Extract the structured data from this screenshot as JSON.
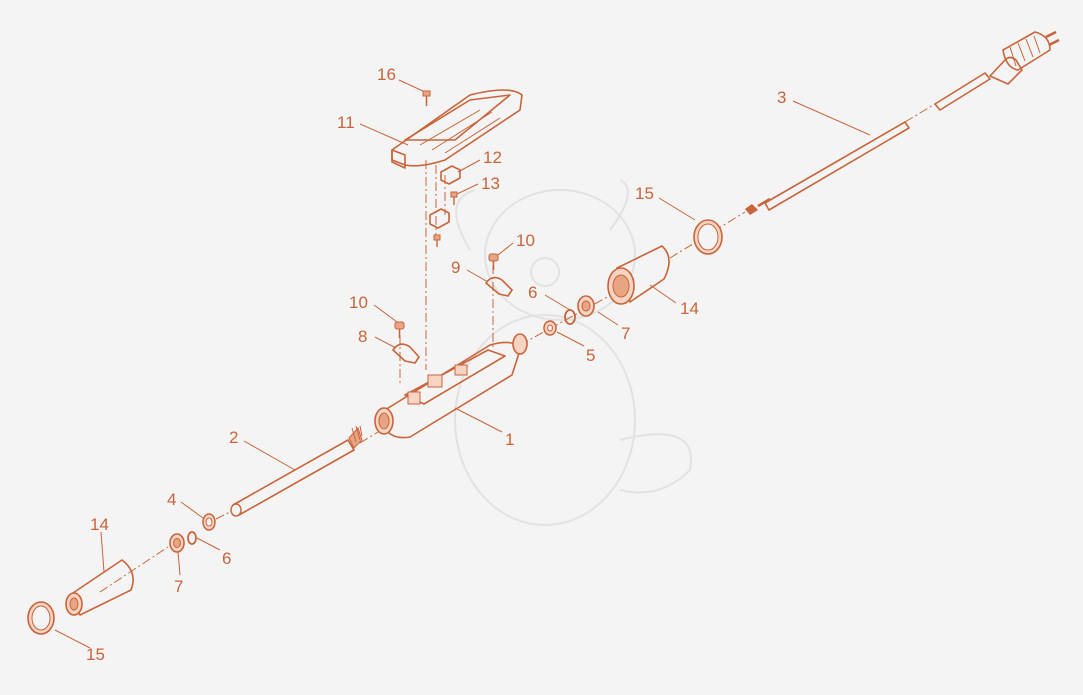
{
  "colors": {
    "background": "#f4f4f4",
    "line": "#c9643a",
    "fill": "#f6d3c2",
    "fill_dark": "#e8a584",
    "watermark": "#e2e2e2"
  },
  "labels": {
    "l16": "16",
    "l11": "11",
    "l12": "12",
    "l13": "13",
    "l10a": "10",
    "l9": "9",
    "l10b": "10",
    "l8": "8",
    "l6a": "6",
    "l7a": "7",
    "l5": "5",
    "l15a": "15",
    "l14a": "14",
    "l3": "3",
    "l1": "1",
    "l2": "2",
    "l4": "4",
    "l6b": "6",
    "l7b": "7",
    "l14b": "14",
    "l15b": "15"
  }
}
